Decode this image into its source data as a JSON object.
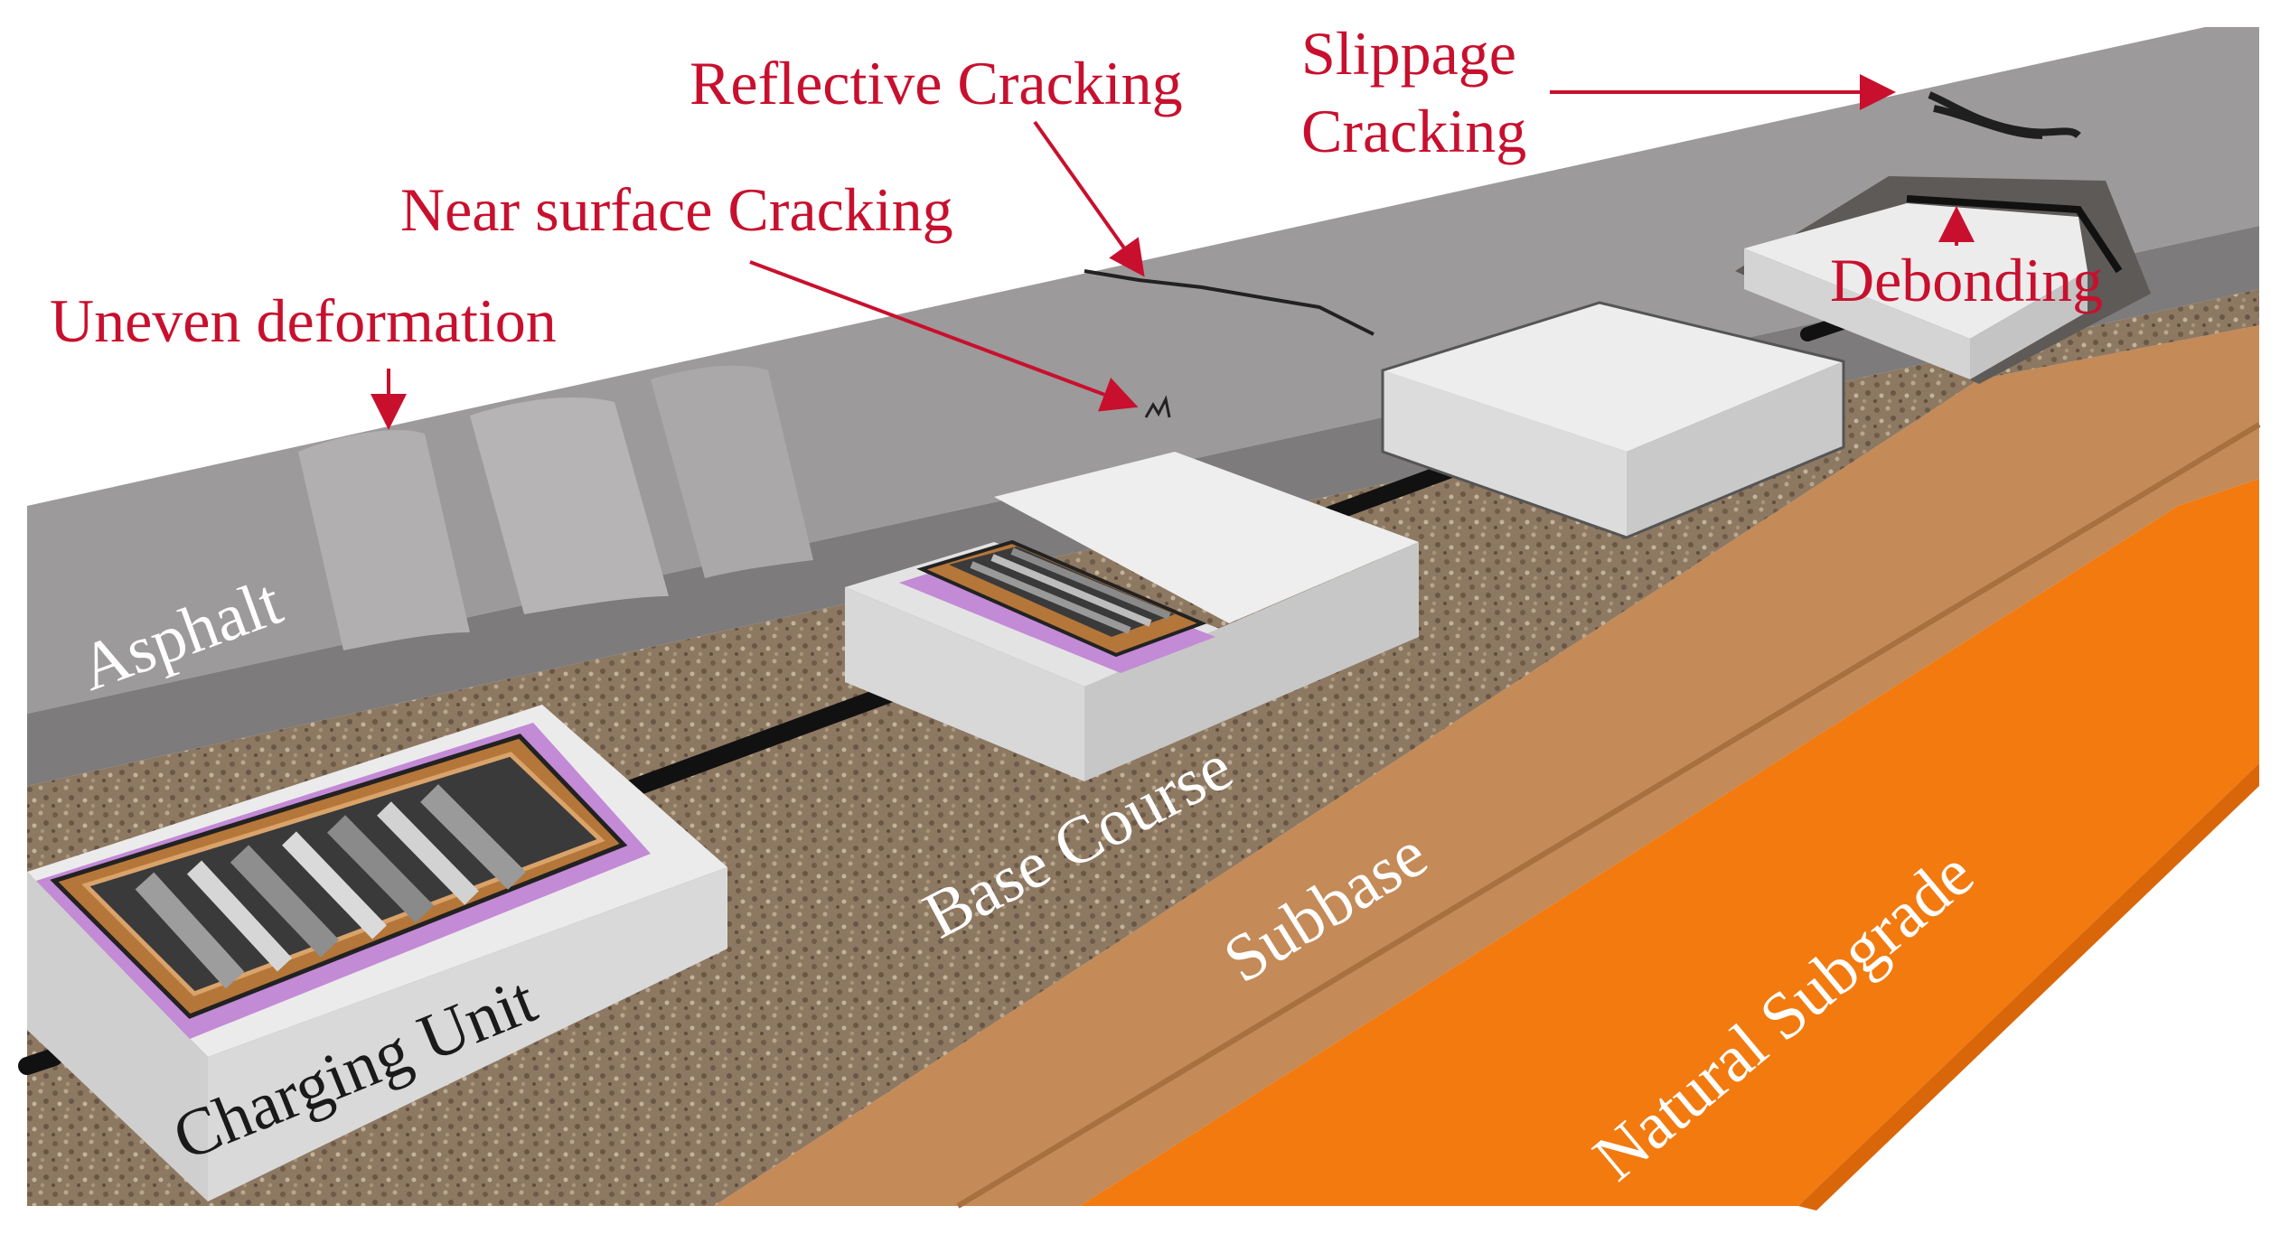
{
  "labels": {
    "reflective_cracking": "Reflective Cracking",
    "slippage_cracking_line1": "Slippage",
    "slippage_cracking_line2": "Cracking",
    "near_surface_cracking": "Near surface Cracking",
    "uneven_deformation": "Uneven deformation",
    "debonding": "Debonding",
    "asphalt": "Asphalt",
    "base_course": "Base Course",
    "subbase": "Subbase",
    "natural_subgrade": "Natural Subgrade",
    "charging_unit": "Charging Unit"
  },
  "colors": {
    "callout_text": "#c8102e",
    "asphalt": "#8a8888",
    "asphalt_top": "#9c9a9a",
    "base_course": "#8e7a62",
    "subbase": "#c48a57",
    "natural_subgrade": "#f27a0f",
    "concrete_block": "#e9e9e9",
    "coil_frame": "#b5763a",
    "coil_pad": "#c38ad6",
    "cable": "#111111"
  }
}
